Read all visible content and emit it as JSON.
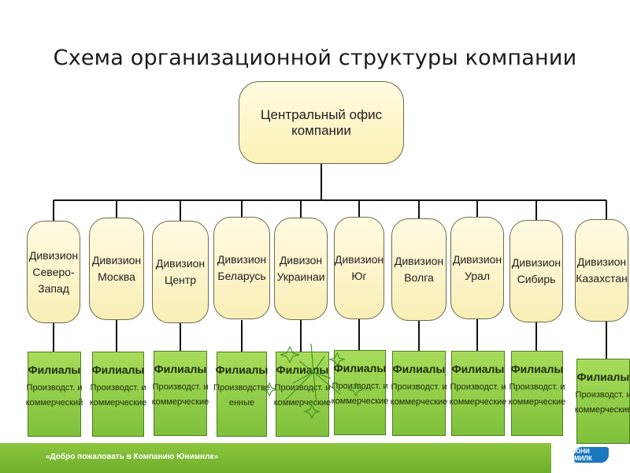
{
  "title": "Схема организационной структуры компании",
  "head_office": "Центральный офис компании",
  "divisions": [
    {
      "label": "Дивизион\nСеверо-\nЗапад"
    },
    {
      "label": "Дивизион\nМосква"
    },
    {
      "label": "Дивизион\nЦентр"
    },
    {
      "label": "Дивизион\nБеларусь"
    },
    {
      "label": "Дивизон\nУкраинаи"
    },
    {
      "label": "Дивизион\nЮг"
    },
    {
      "label": "Дивизион\nВолга"
    },
    {
      "label": "Дивизион\nУрал"
    },
    {
      "label": "Дивизион\nСибирь"
    },
    {
      "label": "Дивизион\nКазахстан"
    }
  ],
  "branches": [
    {
      "title": "Филиалы",
      "sub": "Производст. и\nкоммерческий"
    },
    {
      "title": "Филиалы",
      "sub": "Производст. и\nкоммерческие"
    },
    {
      "title": "Филиалы",
      "sub": "Производст. и\nкоммерческие"
    },
    {
      "title": "Филиалы",
      "sub": "Производстве\nенные"
    },
    {
      "title": "Филиалы",
      "sub": "Производст. и\nкоммерческие"
    },
    {
      "title": "Филиалы",
      "sub": "Производст. и\nкоммерческие"
    },
    {
      "title": "Филиалы",
      "sub": "Производст. и\nкоммерческие"
    },
    {
      "title": "Филиалы",
      "sub": "Производст. и\nкоммерческие"
    },
    {
      "title": "Филиалы",
      "sub": "Производст. и\nкоммерческие"
    },
    {
      "title": "Филиалы",
      "sub": "Производст. и\nкоммерческие"
    }
  ],
  "footer": {
    "text": "«Добро пожаловать в Компанию Юнимилк»",
    "logo": "ЮНИ МИЛК"
  }
}
